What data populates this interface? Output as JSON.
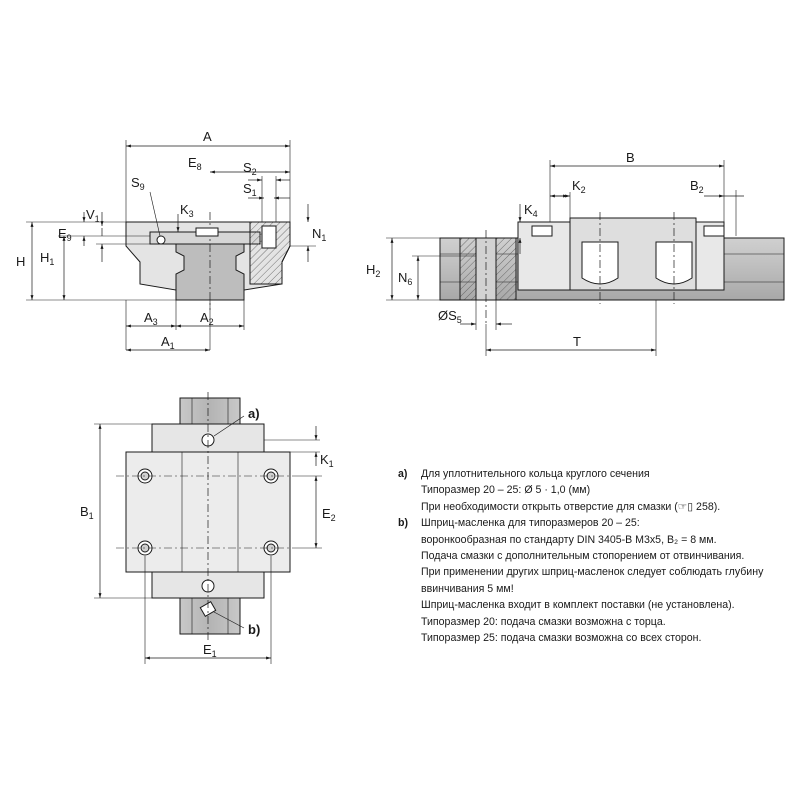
{
  "labels": {
    "A": "A",
    "E8": "E",
    "E8_sub": "8",
    "S2": "S",
    "S2_sub": "2",
    "S1": "S",
    "S1_sub": "1",
    "S9": "S",
    "S9_sub": "9",
    "V1": "V",
    "V1_sub": "1",
    "K3": "K",
    "K3_sub": "3",
    "E9": "E",
    "E9_sub": "9",
    "N1": "N",
    "N1_sub": "1",
    "H": "H",
    "H1": "H",
    "H1_sub": "1",
    "A3": "A",
    "A3_sub": "3",
    "A2": "A",
    "A2_sub": "2",
    "A1": "A",
    "A1_sub": "1",
    "B": "B",
    "K2": "K",
    "K2_sub": "2",
    "B2": "B",
    "B2_sub": "2",
    "K4": "K",
    "K4_sub": "4",
    "H2": "H",
    "H2_sub": "2",
    "N6": "N",
    "N6_sub": "6",
    "S5": "ØS",
    "S5_sub": "5",
    "T": "T",
    "K1": "K",
    "K1_sub": "1",
    "B1": "B",
    "B1_sub": "1",
    "E2": "E",
    "E2_sub": "2",
    "E1": "E",
    "E1_sub": "1",
    "callout_a": "a)",
    "callout_b": "b)"
  },
  "notes": [
    {
      "tag": "a)",
      "text": "Для уплотнительного кольца круглого сечения"
    },
    {
      "tag": "",
      "text": "Типоразмер 20 – 25: Ø 5 · 1,0 (мм)"
    },
    {
      "tag": "",
      "text": "При необходимости открыть отверстие для смазки (☞▯ 258)."
    },
    {
      "tag": "b)",
      "text": "Шприц-масленка для типоразмеров 20 – 25:"
    },
    {
      "tag": "",
      "text": "воронкообразная по стандарту DIN 3405-B M3x5, B₂ = 8 мм."
    },
    {
      "tag": "",
      "text": "Подача смазки с дополнительным стопорением от отвинчивания."
    },
    {
      "tag": "",
      "text": "При применении других шприц-масленок следует соблюдать глубину"
    },
    {
      "tag": "",
      "text": "ввинчивания 5 мм!"
    },
    {
      "tag": "",
      "text": "Шприц-масленка входит в комплект поставки (не установлена)."
    },
    {
      "tag": "",
      "text": "Типоразмер 20: подача смазки возможна с торца."
    },
    {
      "tag": "",
      "text": "Типоразмер 25: подача смазки возможна со всех сторон."
    }
  ]
}
